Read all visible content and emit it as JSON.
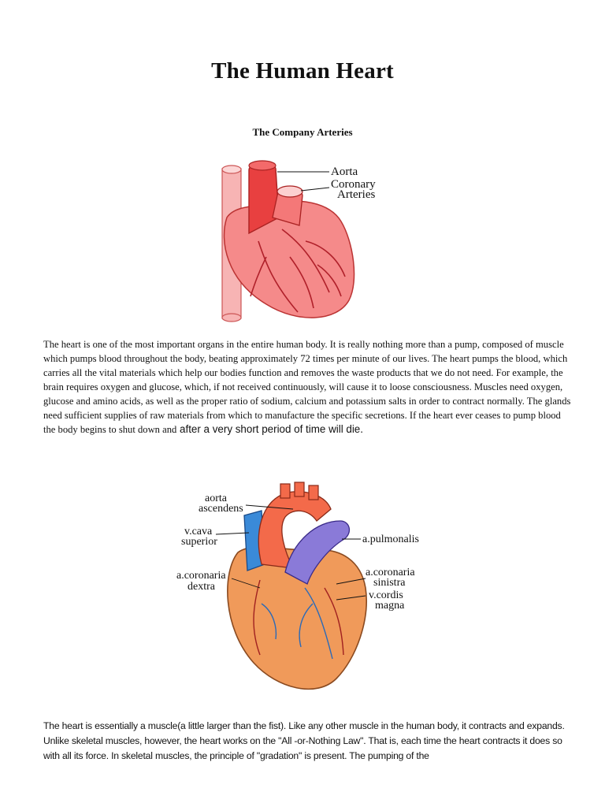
{
  "title": "The Human Heart",
  "figure1": {
    "caption": "The Company Arteries",
    "labels": {
      "aorta": "Aorta",
      "coronary": "Coronary",
      "arteries": "Arteries"
    }
  },
  "paragraph1": {
    "main": "The heart is one of the most important organs in the entire human body. It is really nothing more than a pump, composed of muscle which pumps blood throughout the body, beating approximately 72 times per minute of our lives. The heart pumps the blood, which carries all the vital materials which help our bodies function and removes the waste products that we do not need. For example, the brain requires oxygen and glucose, which, if not received continuously, will cause it to loose consciousness. Muscles need oxygen, glucose and amino acids, as well as the proper ratio of sodium, calcium and potassium salts in order to contract normally. The glands need sufficient supplies of raw materials from which to manufacture the specific secretions. If the heart ever ceases to pump blood the body begins to shut down and",
    "tail": " after a very short period of time will die."
  },
  "figure2": {
    "labels": {
      "aorta": "aorta",
      "ascendens": "ascendens",
      "vcava": "v.cava",
      "superior": "superior",
      "apulmonalis": "a.pulmonalis",
      "acoronaria_dextra_1": "a.coronaria",
      "dextra": "dextra",
      "acoronaria_sinistra_1": "a.coronaria",
      "sinistra": "sinistra",
      "vcordis": "v.cordis",
      "magna": "magna"
    }
  },
  "paragraph2": {
    "text": "The heart is essentially a muscle(a little larger than the fist). Like any other muscle in the human body, it contracts and expands. Unlike skeletal muscles, however, the heart works on the \"All -or-Nothing Law\". That is, each time the heart contracts it does so with all its force. In skeletal muscles, the principle of \"gradation\" is present. The pumping of the"
  },
  "colors": {
    "heart_pink": "#f58a8a",
    "heart_red": "#e84040",
    "heart_orange": "#f09a5a",
    "vein_blue": "#3a8ad8",
    "pulmonary_purple": "#8a7ad8"
  }
}
